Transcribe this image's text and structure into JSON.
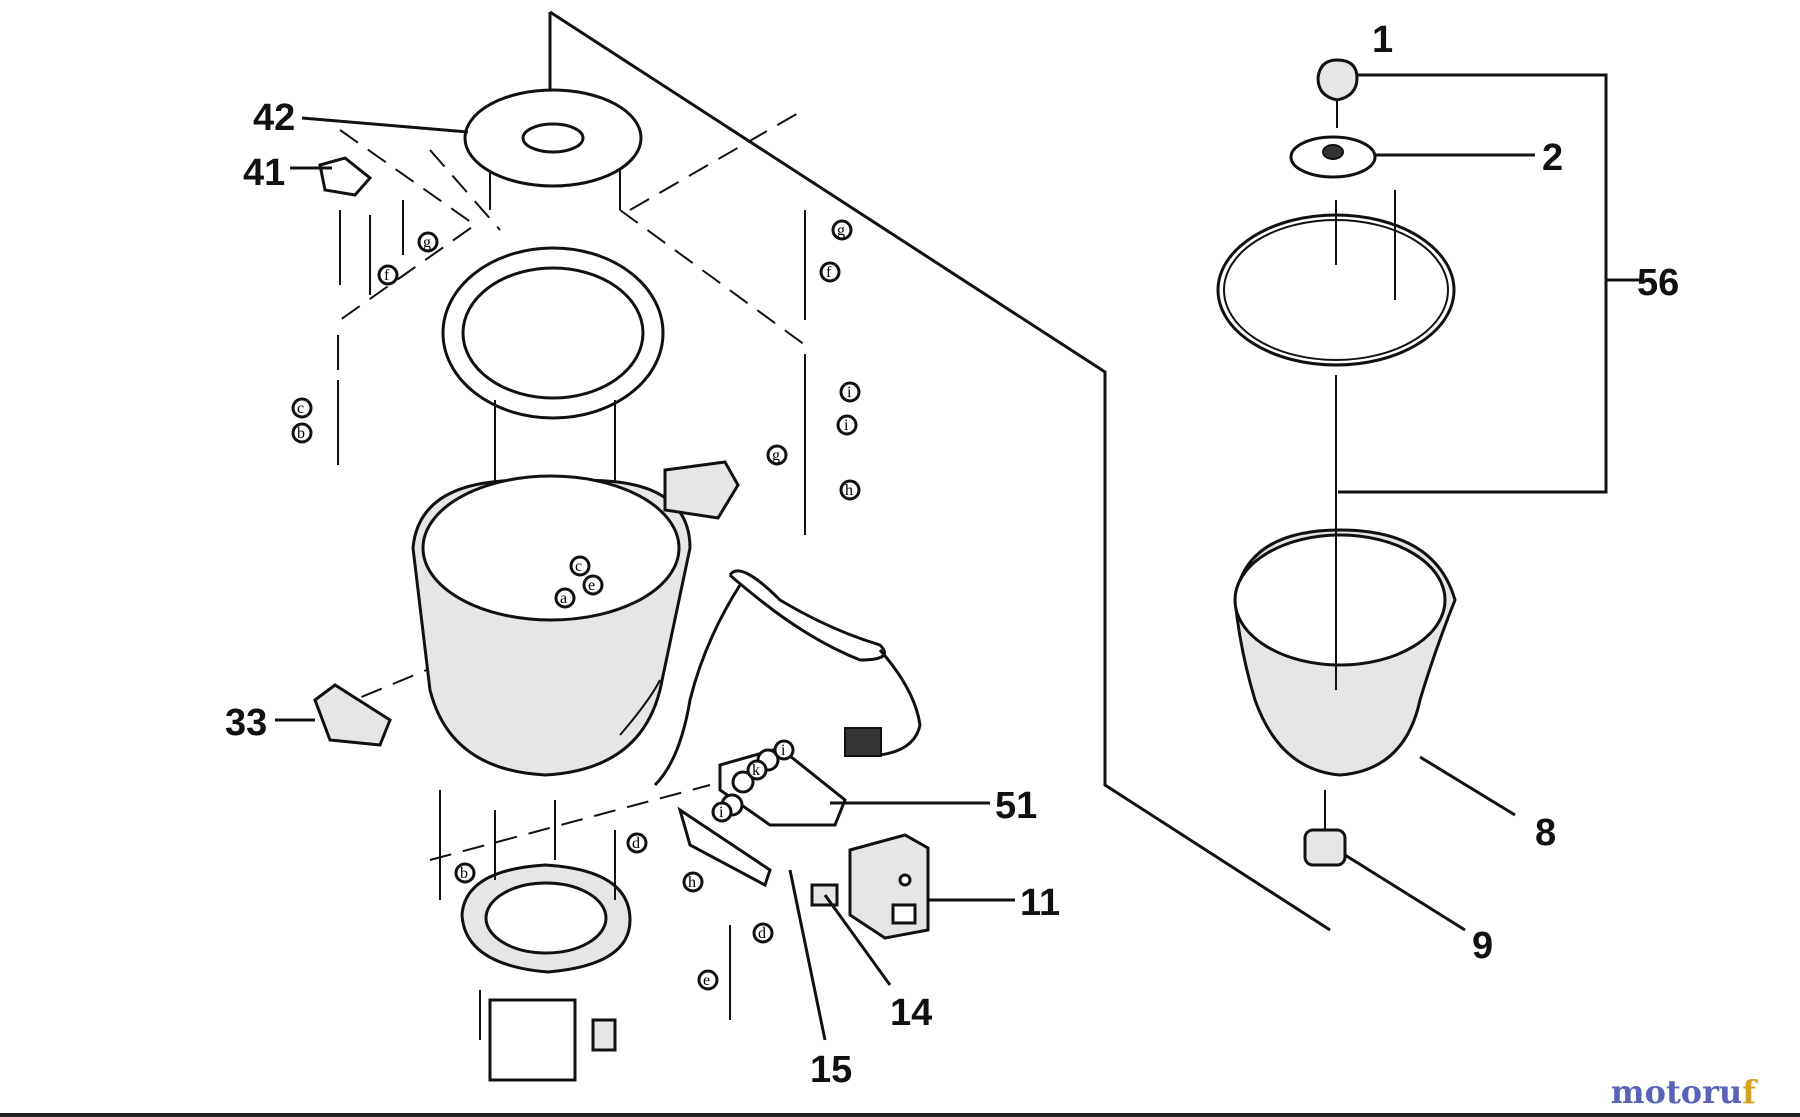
{
  "callouts": {
    "c1": "1",
    "c2": "2",
    "c56": "56",
    "c42": "42",
    "c41": "41",
    "c33": "33",
    "c51": "51",
    "c11": "11",
    "c14": "14",
    "c15": "15",
    "c8": "8",
    "c9": "9"
  },
  "wire_labels": {
    "g1": "g",
    "g2": "g",
    "f1": "f",
    "c1": "c",
    "b1": "b",
    "i1": "i",
    "i2": "i",
    "g3": "g",
    "h1": "h",
    "c2": "c",
    "a1": "a",
    "e1": "e",
    "d1": "d",
    "b2": "b",
    "h2": "h",
    "d2": "d",
    "e2": "e",
    "f2": "f",
    "i3": "i",
    "k1": "k",
    "i4": "i"
  },
  "watermark": {
    "part1": "motoru",
    "part2": "f"
  },
  "colors": {
    "ink": "#111111",
    "part_fill": "#e6e6e6",
    "watermark_blue": "#5a63b8",
    "watermark_gold": "#d4a21e"
  }
}
